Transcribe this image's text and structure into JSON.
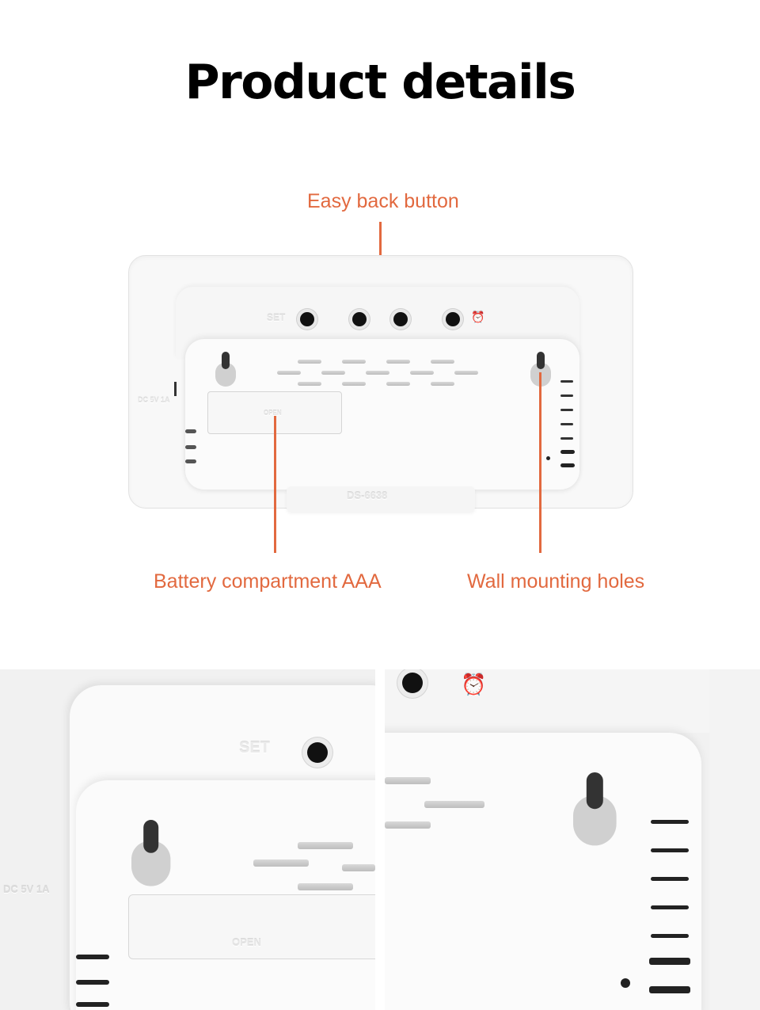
{
  "page": {
    "title": "Product details"
  },
  "callouts": {
    "back_button": "Easy back button",
    "battery": "Battery compartment AAA",
    "wall_mount": "Wall mounting holes"
  },
  "device_markings": {
    "set_label": "SET",
    "model": "DS-6638",
    "power": "DC 5V 1A",
    "battery_cover": "OPEN",
    "alarm_icon": "alarm-clock-icon"
  },
  "colors": {
    "accent": "#e2693f",
    "title": "#000000",
    "background": "#ffffff"
  },
  "detail_photos": [
    {
      "name": "left-detail",
      "shows": [
        "SET button",
        "wall mounting hole",
        "battery compartment OPEN",
        "DC 5V 1A"
      ]
    },
    {
      "name": "right-detail",
      "shows": [
        "alarm button",
        "wall mounting hole",
        "side vents"
      ]
    }
  ]
}
